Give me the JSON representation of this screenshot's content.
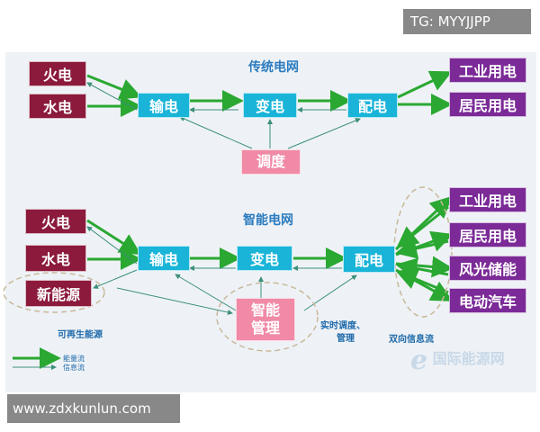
{
  "watermark_tg": "TG: MYYJJPP",
  "watermark_url": "www.zdxkunlun.com",
  "traditional": {
    "title": "传统电网",
    "sources": [
      "火电",
      "水电"
    ],
    "transmission": "输电",
    "substation": "变电",
    "distribution": "配电",
    "dispatch": "调度",
    "consumers": [
      "工业用电",
      "居民用电"
    ]
  },
  "smart": {
    "title": "智能电网",
    "sources": [
      "火电",
      "水电",
      "新能源"
    ],
    "transmission": "输电",
    "substation": "变电",
    "distribution": "配电",
    "management_line1": "智能",
    "management_line2": "管理",
    "consumers": [
      "工业用电",
      "居民用电",
      "风光储能",
      "电动汽车"
    ],
    "realtime_label_line1": "实时调度、",
    "realtime_label_line2": "管理",
    "bidirectional_label": "双向信息流",
    "renewable_label": "可再生能源"
  },
  "legend": {
    "energy_flow": "能量流",
    "info_flow": "信息流"
  },
  "logo": {
    "text": "国际能源网"
  },
  "colors": {
    "source": "#8b1a3c",
    "grid_node": "#19b4d8",
    "control": "#f08aa6",
    "consumer": "#7b2a97",
    "energy_arrow": "#2aa832",
    "info_arrow": "#3d8f7a"
  }
}
